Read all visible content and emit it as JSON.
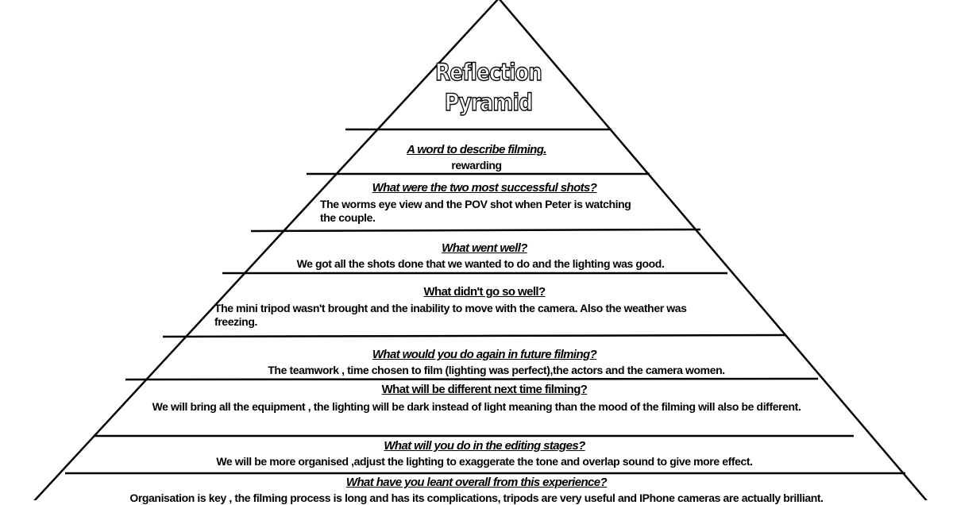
{
  "pyramid": {
    "title_line1": "Reflection",
    "title_line2": "Pyramid",
    "sections": [
      {
        "question": "A word to describe filming.",
        "answer": "rewarding"
      },
      {
        "question": "What were the two most successful shots?",
        "answer": "The worms eye view and the POV shot when Peter is watching the couple."
      },
      {
        "question": "What went well?",
        "answer": "We got all the shots done that we wanted to do and the lighting was good."
      },
      {
        "question": "What didn't go so well?",
        "answer": "The mini tripod wasn't brought and the inability to move with the camera. Also the weather was freezing."
      },
      {
        "question": "What would you do again in future filming?",
        "answer": "The teamwork , time chosen to film (lighting was perfect),the actors and the camera women."
      },
      {
        "question": "What will be different next time filming?",
        "answer": "We will bring all the equipment , the lighting will be dark instead of light meaning than the mood of the filming will also be different."
      },
      {
        "question": "What will you do in the editing stages?",
        "answer": "We will be more organised ,adjust the lighting to exaggerate the tone  and overlap sound to give more effect."
      },
      {
        "question": "What have you leant overall from this experience?",
        "answer": "Organisation is key , the filming process is long and has its complications, tripods are very useful and IPhone cameras are actually brilliant."
      }
    ]
  }
}
